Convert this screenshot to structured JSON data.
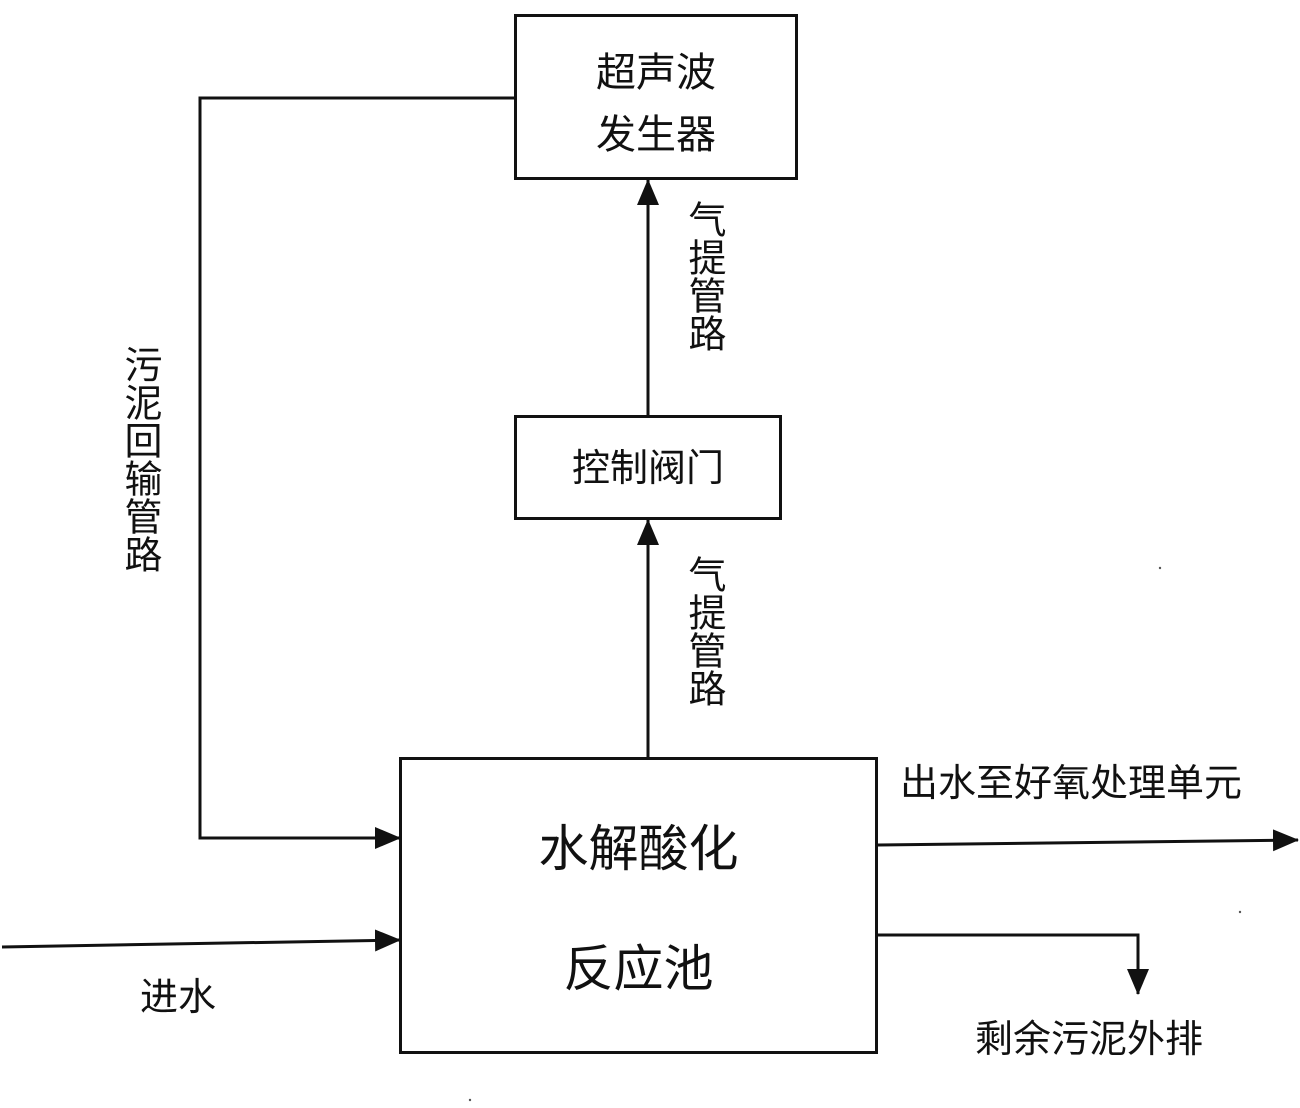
{
  "nodes": {
    "ultrasonic_generator": {
      "line1": "超声波",
      "line2": "发生器"
    },
    "control_valve": {
      "label": "控制阀门"
    },
    "reactor": {
      "line1": "水解酸化",
      "line2": "反应池"
    }
  },
  "edges": {
    "airlift_upper": "气提管路",
    "airlift_lower": "气提管路",
    "sludge_return": "污泥回输管路",
    "inlet": "进水",
    "outlet": "出水至好氧处理单元",
    "excess_sludge": "剩余污泥外排"
  }
}
